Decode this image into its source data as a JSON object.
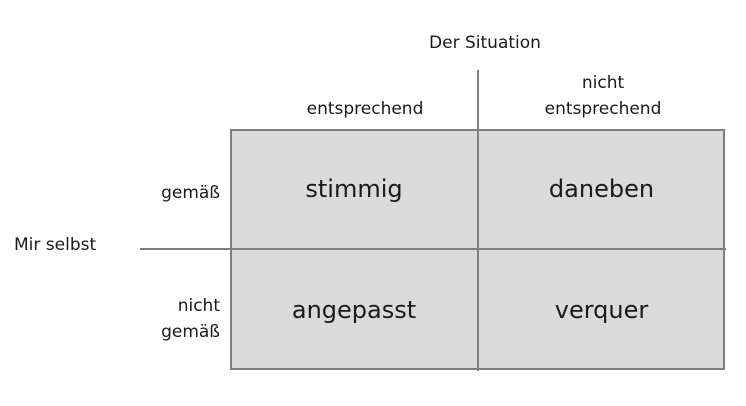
{
  "top_axis": {
    "title": "Der Situation",
    "col1": "entsprechend",
    "col2_line1": "nicht",
    "col2_line2": "entsprechend"
  },
  "left_axis": {
    "title": "Mir selbst",
    "row1": "gemäß",
    "row2_line1": "nicht",
    "row2_line2": "gemäß"
  },
  "cells": {
    "top_left": "stimmig",
    "top_right": "daneben",
    "bottom_left": "angepasst",
    "bottom_right": "verquer"
  }
}
